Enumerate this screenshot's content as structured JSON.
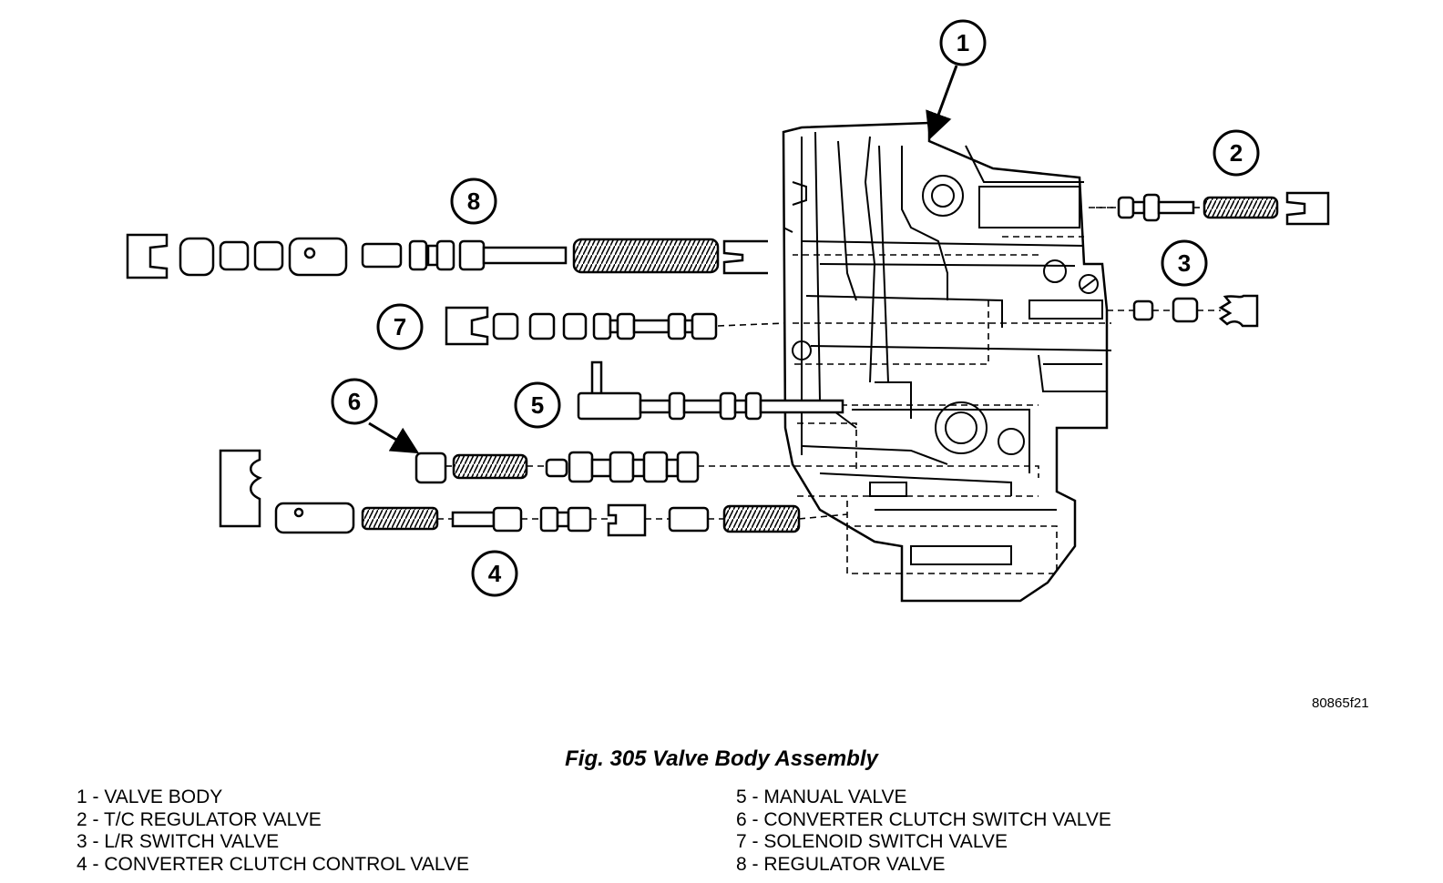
{
  "figure": {
    "id": "80865f21",
    "caption": "Fig. 305 Valve Body Assembly"
  },
  "callouts": [
    "1",
    "2",
    "3",
    "4",
    "5",
    "6",
    "7",
    "8"
  ],
  "legend": [
    "1 - VALVE BODY",
    "2 - T/C REGULATOR VALVE",
    "3 - L/R SWITCH VALVE",
    "4 - CONVERTER CLUTCH CONTROL VALVE",
    "5 - MANUAL VALVE",
    "6 - CONVERTER CLUTCH SWITCH VALVE",
    "7 - SOLENOID SWITCH VALVE",
    "8 - REGULATOR VALVE"
  ]
}
